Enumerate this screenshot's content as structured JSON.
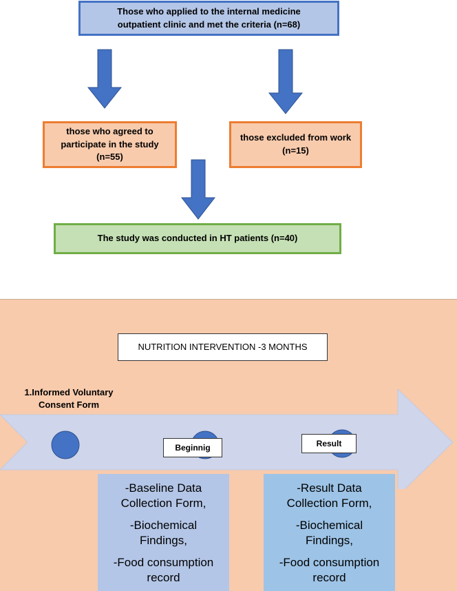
{
  "flowchart": {
    "top_box": "Those who applied to the internal medicine\noutpatient clinic and met the criteria (n=68)",
    "agreed_box": "those who agreed to\nparticipate in the study\n(n=55)",
    "excluded_box": "those excluded from work\n(n=15)",
    "study_box": "The study was conducted in HT patients (n=40)"
  },
  "intervention": {
    "title": "NUTRITION INTERVENTION -3 MONTHS",
    "consent": "1.Informed Voluntary\nConsent Form",
    "beginning_label": "Beginnig",
    "result_label": "Result",
    "baseline_items": [
      "-Baseline Data\nCollection Form,",
      "-Biochemical\nFindings,",
      "-Food consumption\nrecord"
    ],
    "result_items": [
      "-Result Data\nCollection Form,",
      "-Biochemical\nFindings,",
      "-Food consumption\nrecord"
    ]
  },
  "colors": {
    "arrow_blue": "#4472c4",
    "timeline_arrow": "#cfd5ea",
    "panel_bg": "#f8cbad"
  },
  "icons": [
    "down-arrow-icon",
    "timeline-arrow-icon",
    "milestone-dot-icon"
  ]
}
